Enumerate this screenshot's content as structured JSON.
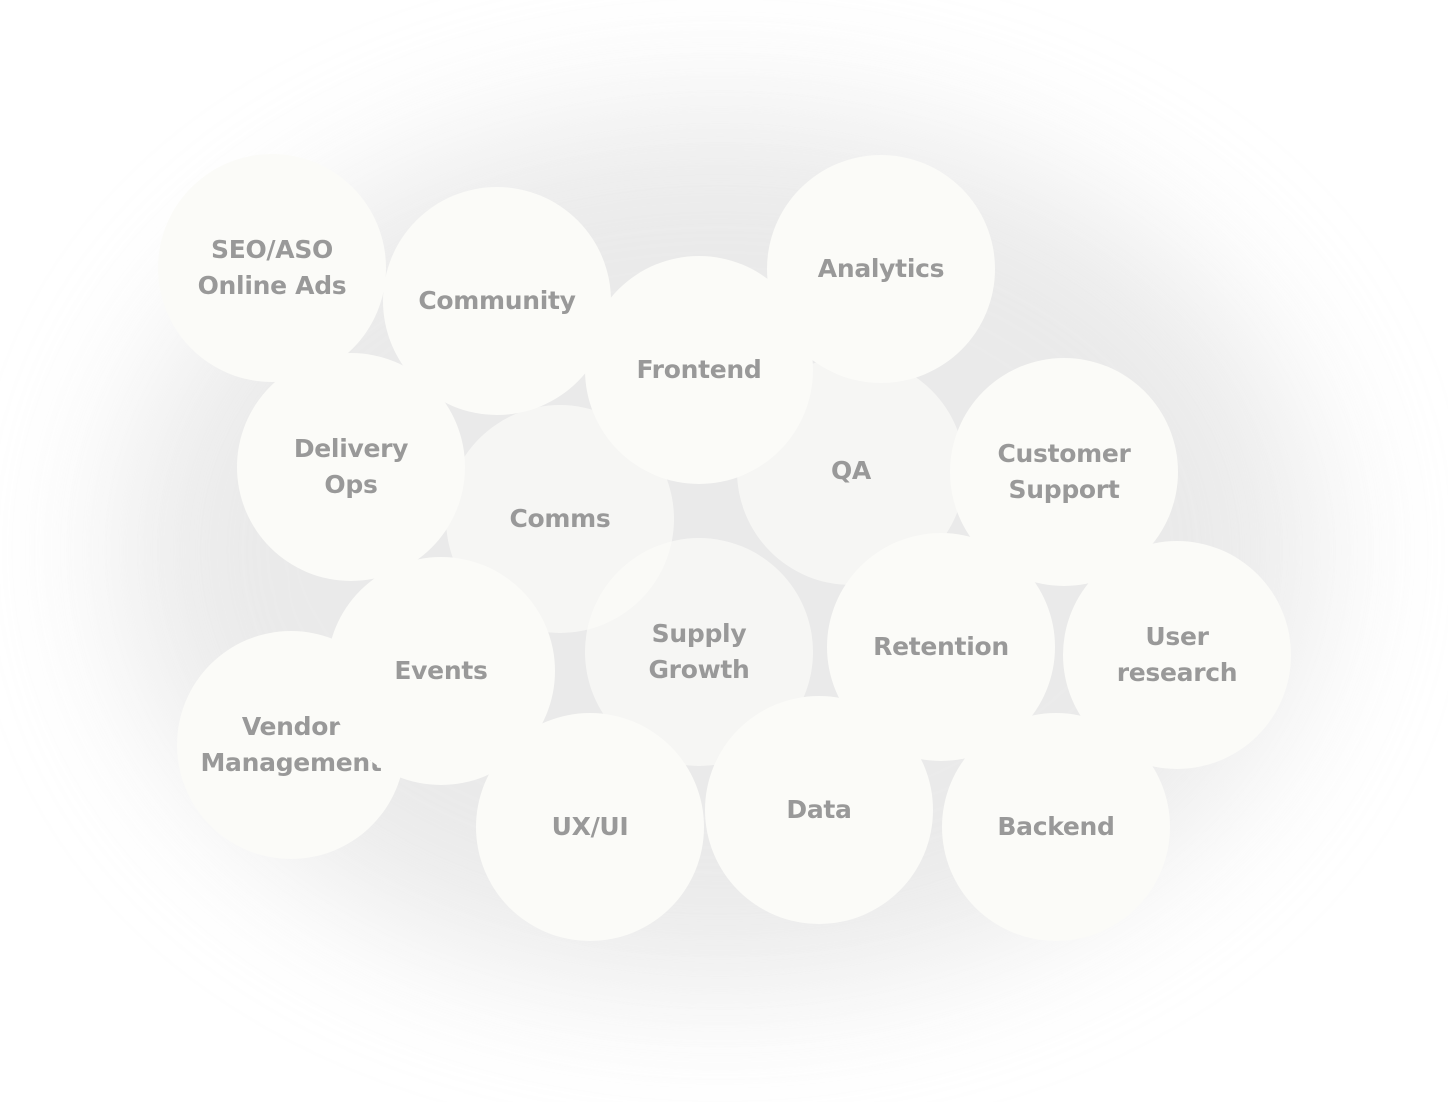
{
  "colors": {
    "background": "#ffffff",
    "bubble_fill": "#fbfbf8",
    "label_text": "#999999"
  },
  "bubbles": {
    "seo": "SEO/ASO\nOnline Ads",
    "community": "Community",
    "analytics": "Analytics",
    "frontend": "Frontend",
    "delivery_ops": "Delivery\nOps",
    "qa": "QA",
    "customer_support": "Customer\nSupport",
    "comms": "Comms",
    "supply_growth": "Supply\nGrowth",
    "retention": "Retention",
    "user_research": "User\nresearch",
    "vendor_management": "Vendor\nManagement",
    "events": "Events",
    "ux_ui": "UX/UI",
    "data": "Data",
    "backend": "Backend"
  }
}
